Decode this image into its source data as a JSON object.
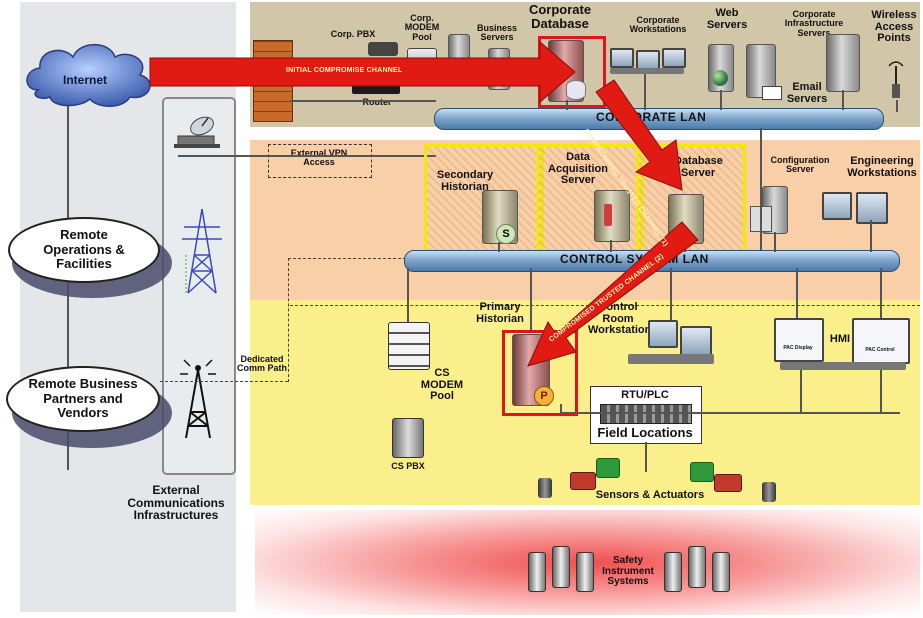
{
  "colors": {
    "corporate_zone": "#d1c7a8",
    "control_zone": "#f9cfa8",
    "field_zone": "#fbef8c",
    "safety_zone": "#f24d4d",
    "external_zone": "#e4e6ea",
    "lan_pipe": "#7fa6cc",
    "attack_arrow": "#e11b14",
    "highlight_yellow": "#f2ea00",
    "highlight_red": "#e0141a"
  },
  "external": {
    "internet": "Internet",
    "remote_ops": "Remote Operations & Facilities",
    "remote_partners": "Remote Business Partners and Vendors",
    "infrastructure_label": "External Communications Infrastructures",
    "dedicated_comm_path": "Dedicated Comm Path"
  },
  "corporate": {
    "corp_pbx": "Corp. PBX",
    "corp_modem_pool": "Corp. MODEM Pool",
    "router": "Router",
    "business_servers": "Business Servers",
    "corporate_database": "Corporate Database",
    "corporate_workstations": "Corporate Workstations",
    "web_servers": "Web Servers",
    "corporate_infrastructure_servers": "Corporate Infrastructure Servers",
    "wireless_access_points": "Wireless Access Points",
    "email_servers": "Email Servers",
    "external_vpn_access": "External VPN Access",
    "corporate_lan": "CORPORATE LAN"
  },
  "control": {
    "secondary_historian": "Secondary Historian",
    "data_acquisition_server": "Data Acquisition Server",
    "database_server": "Database Server",
    "configuration_server": "Configuration Server",
    "engineering_workstations": "Engineering Workstations",
    "control_lan": "CONTROL SYSTEM LAN"
  },
  "field": {
    "primary_historian": "Primary Historian",
    "control_room_workstations": "Control Room Workstations",
    "hmi": "HMI",
    "hmi_screen_1": "PAC Display",
    "hmi_screen_2": "PAC Control",
    "cs_modem_pool": "CS MODEM Pool",
    "cs_pbx": "CS PBX",
    "rtu_plc": "RTU/PLC",
    "field_locations": "Field Locations",
    "sensors_actuators": "Sensors & Actuators"
  },
  "safety": {
    "label": "Safety Instrument Systems"
  },
  "attack": {
    "initial": "INITIAL COMPROMISE CHANNEL",
    "channel_1": "COMPROMISED TRUSTED CHANNEL (1)",
    "channel_2": "COMPROMISED TRUSTED CHANNEL (2)"
  },
  "badges": {
    "secondary": "S",
    "primary": "P"
  }
}
